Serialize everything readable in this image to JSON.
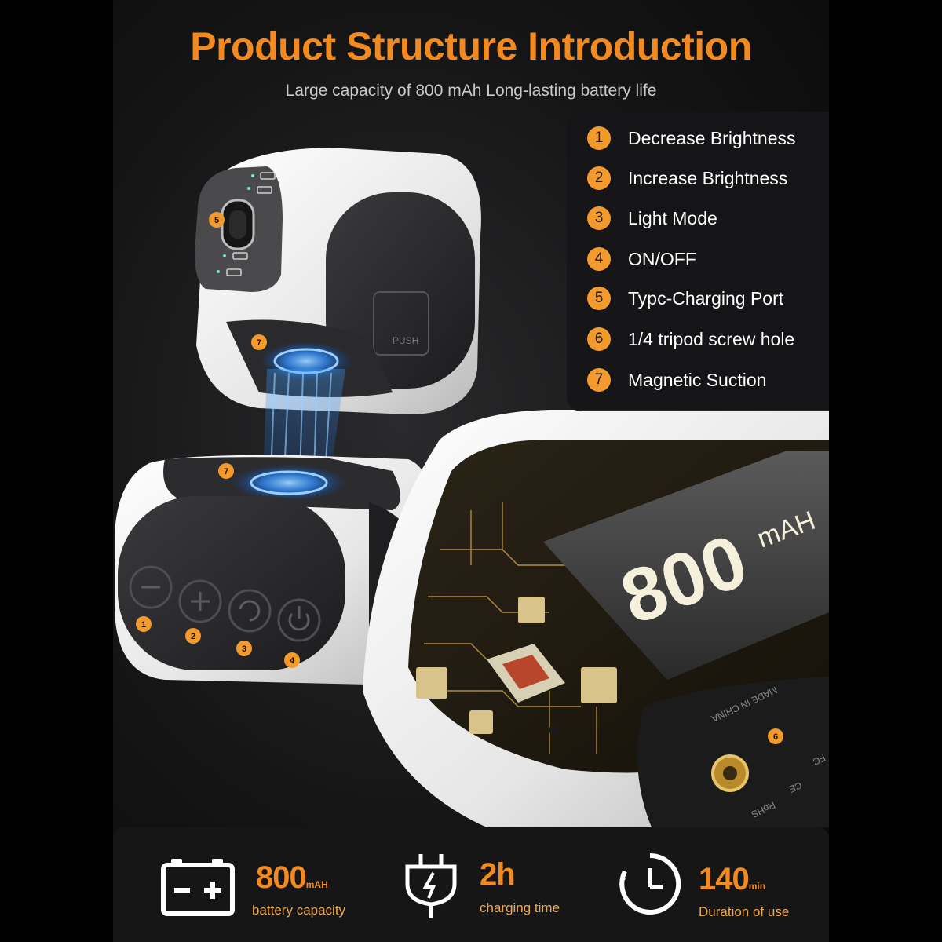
{
  "header": {
    "title": "Product Structure Introduction",
    "subtitle": "Large capacity of 800 mAh  Long-lasting battery life"
  },
  "features": [
    {
      "number": "1",
      "label": "Decrease Brightness"
    },
    {
      "number": "2",
      "label": "Increase Brightness"
    },
    {
      "number": "3",
      "label": "Light Mode"
    },
    {
      "number": "4",
      "label": "ON/OFF"
    },
    {
      "number": "5",
      "label": "Typc-Charging Port"
    },
    {
      "number": "6",
      "label": "1/4 tripod screw hole"
    },
    {
      "number": "7",
      "label": "Magnetic Suction"
    }
  ],
  "product": {
    "battery_print": "800",
    "battery_unit": "mAH",
    "push_label": "PUSH",
    "made_in": "MADE IN CHINA",
    "cert_rohs": "RoHS",
    "cert_ce": "CE",
    "cert_fc": "FC",
    "callouts": [
      "1",
      "2",
      "3",
      "4",
      "5",
      "6",
      "7",
      "7"
    ]
  },
  "stats": [
    {
      "value": "800",
      "unit": "mAH",
      "label": "battery capacity",
      "icon": "battery-icon"
    },
    {
      "value": "2h",
      "unit": "",
      "label": "charging time",
      "icon": "charging-plug-icon"
    },
    {
      "value": "140",
      "unit": "min",
      "label": "Duration of use",
      "icon": "clock-icon"
    }
  ],
  "colors": {
    "accent": "#f28a1f",
    "badge": "#f39a2d",
    "background": "#141415",
    "product_white": "#f2f2f2",
    "magnet_glow": "#2a8cff"
  }
}
